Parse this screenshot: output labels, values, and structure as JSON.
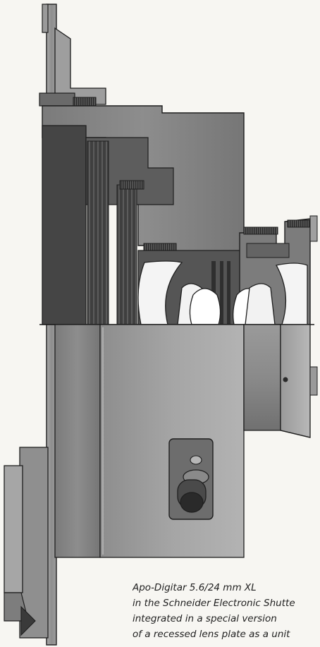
{
  "caption": {
    "line1": "Apo-Digitar 5.6/24 mm XL",
    "line2": "in the Schneider Electronic Shutte",
    "line3": "integrated in a special version",
    "line4": "of a recessed lens plate as a unit"
  },
  "colors": {
    "background": "#f7f6f2",
    "dark_metal": "#4a4a4a",
    "mid_metal": "#6e6e6e",
    "light_metal": "#a9a9a9",
    "glass": "#f4f4f4",
    "outline": "#1e1e1e"
  },
  "illustration": {
    "subject": "cutaway illustration of a lens mounted in a shutter on a recessed lens plate",
    "upper_half": "sectional view",
    "lower_half": "exterior view"
  }
}
